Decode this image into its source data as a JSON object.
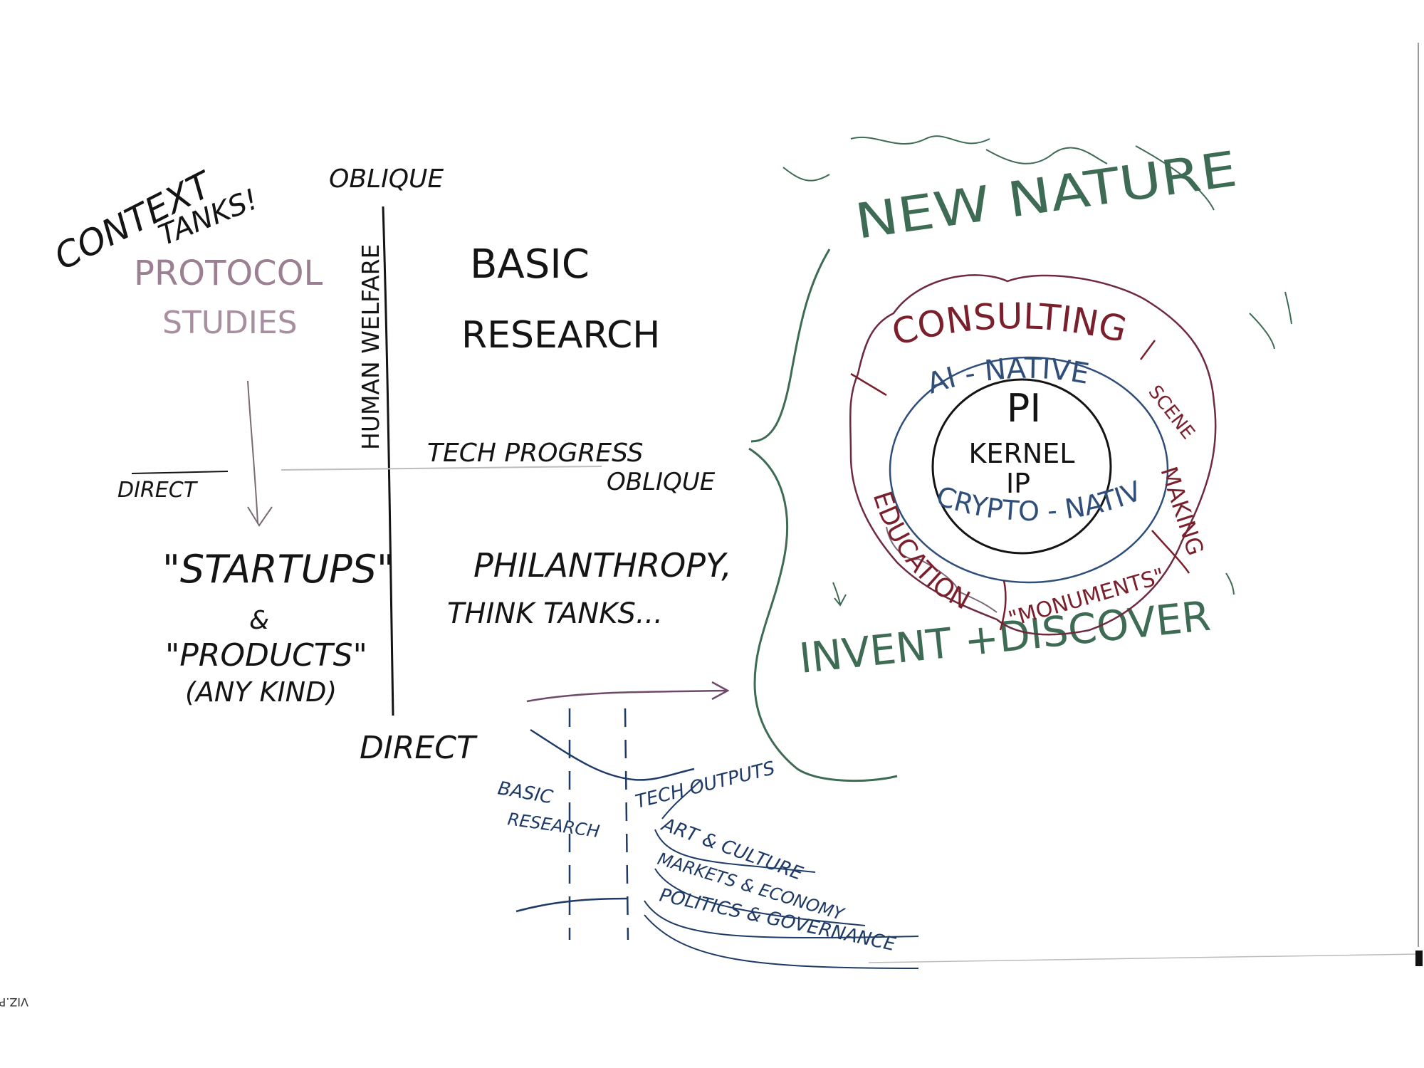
{
  "colors": {
    "ink": "#141414",
    "protocol": "#8a6a80",
    "green": "#3d6b54",
    "red": "#7a1f2c",
    "blue": "#2f4e7a",
    "navy": "#1e3a66",
    "purple": "#6e4a68"
  },
  "left_panel": {
    "context": "CONTEXT",
    "tanks": "TANKS!",
    "protocol": "PROTOCOL",
    "studies": "STUDIES",
    "startups": "\"STARTUPS\"",
    "ampersand": "&",
    "products": "\"PRODUCTS\"",
    "any_kind": "(ANY KIND)"
  },
  "quadrant": {
    "oblique_top": "OBLIQUE",
    "human_welfare": "HUMAN WELFARE",
    "direct_left": "DIRECT",
    "tech_progress": "TECH PROGRESS",
    "oblique_right": "OBLIQUE",
    "direct_bottom": "DIRECT",
    "basic": "BASIC",
    "research": "RESEARCH",
    "philanthropy": "PHILANTHROPY,",
    "think_tanks": "THINK TANKS..."
  },
  "nature": {
    "new_nature": "NEW NATURE",
    "invent_discover": "INVENT +DISCOVER"
  },
  "rings": {
    "consulting": "CONSULTING",
    "scene": "SCENE",
    "making": "MAKING",
    "monuments": "\"MONUMENTS\"",
    "education": "EDUCATION",
    "ai_native": "AI - NATIVE",
    "crypto_native": "CRYPTO - NATIVE",
    "pi": "PI",
    "kernel": "KERNEL",
    "ip": "IP"
  },
  "flow": {
    "basic": "BASIC",
    "research": "RESEARCH",
    "tech_outputs": "TECH OUTPUTS",
    "art_culture": "ART & CULTURE",
    "markets_economy": "MARKETS & ECONOMY",
    "politics_governance": "POLITICS & GOVERNANCE"
  },
  "watermark": "VIZ.PRO"
}
